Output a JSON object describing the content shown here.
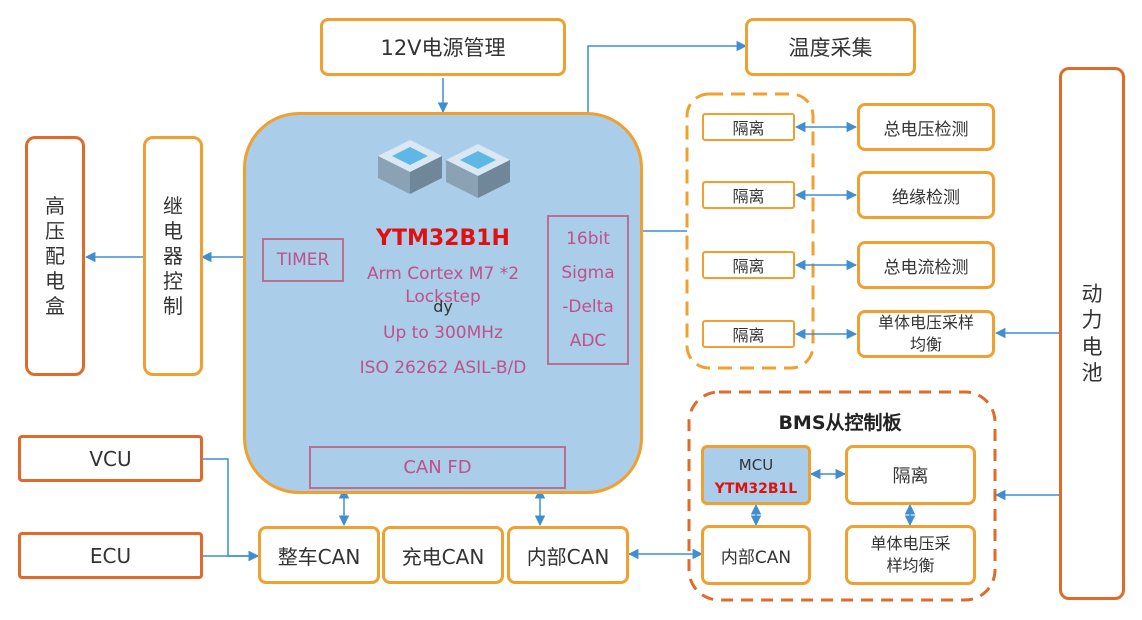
{
  "colors": {
    "orange": "#f0a030",
    "red_orange": "#e06a2a",
    "arrow_blue": "#3f8fd0",
    "chip_fill": "#aacde9",
    "chip_text_red": "#e01010",
    "label_pink": "#c0508a"
  },
  "power": {
    "label": "12V电源管理"
  },
  "temperature": {
    "label": "温度采集"
  },
  "hv_box": {
    "chars": [
      "高",
      "压",
      "配",
      "电",
      "盒"
    ]
  },
  "relay": {
    "chars": [
      "继",
      "电",
      "器",
      "控",
      "制"
    ]
  },
  "battery": {
    "chars": [
      "动",
      "力",
      "电",
      "池"
    ]
  },
  "mcu_main": {
    "name": "YTM32B1H",
    "line1": "Arm Cortex M7 *2",
    "line2": "Lockstep",
    "stray": "dy",
    "line3": "Up to 300MHz",
    "line4": "ISO 26262 ASIL-B/D",
    "timer": "TIMER",
    "adc": [
      "16bit",
      "Sigma",
      "-Delta",
      "ADC"
    ],
    "canfd": "CAN FD"
  },
  "isolation_rows": [
    {
      "iso": "隔离",
      "target": "总电压检测"
    },
    {
      "iso": "隔离",
      "target": "绝缘检测"
    },
    {
      "iso": "隔离",
      "target": "总电流检测"
    },
    {
      "iso": "隔离",
      "target": "单体电压采样均衡"
    }
  ],
  "vcu": "VCU",
  "ecu": "ECU",
  "can_bus": {
    "vehicle": "整车CAN",
    "charging": "充电CAN",
    "internal": "内部CAN"
  },
  "slave": {
    "title": "BMS从控制板",
    "mcu_label": "MCU",
    "mcu_name": "YTM32B1L",
    "iso": "隔离",
    "internal_can": "内部CAN",
    "cell_voltage": "单体电压采样均衡"
  }
}
